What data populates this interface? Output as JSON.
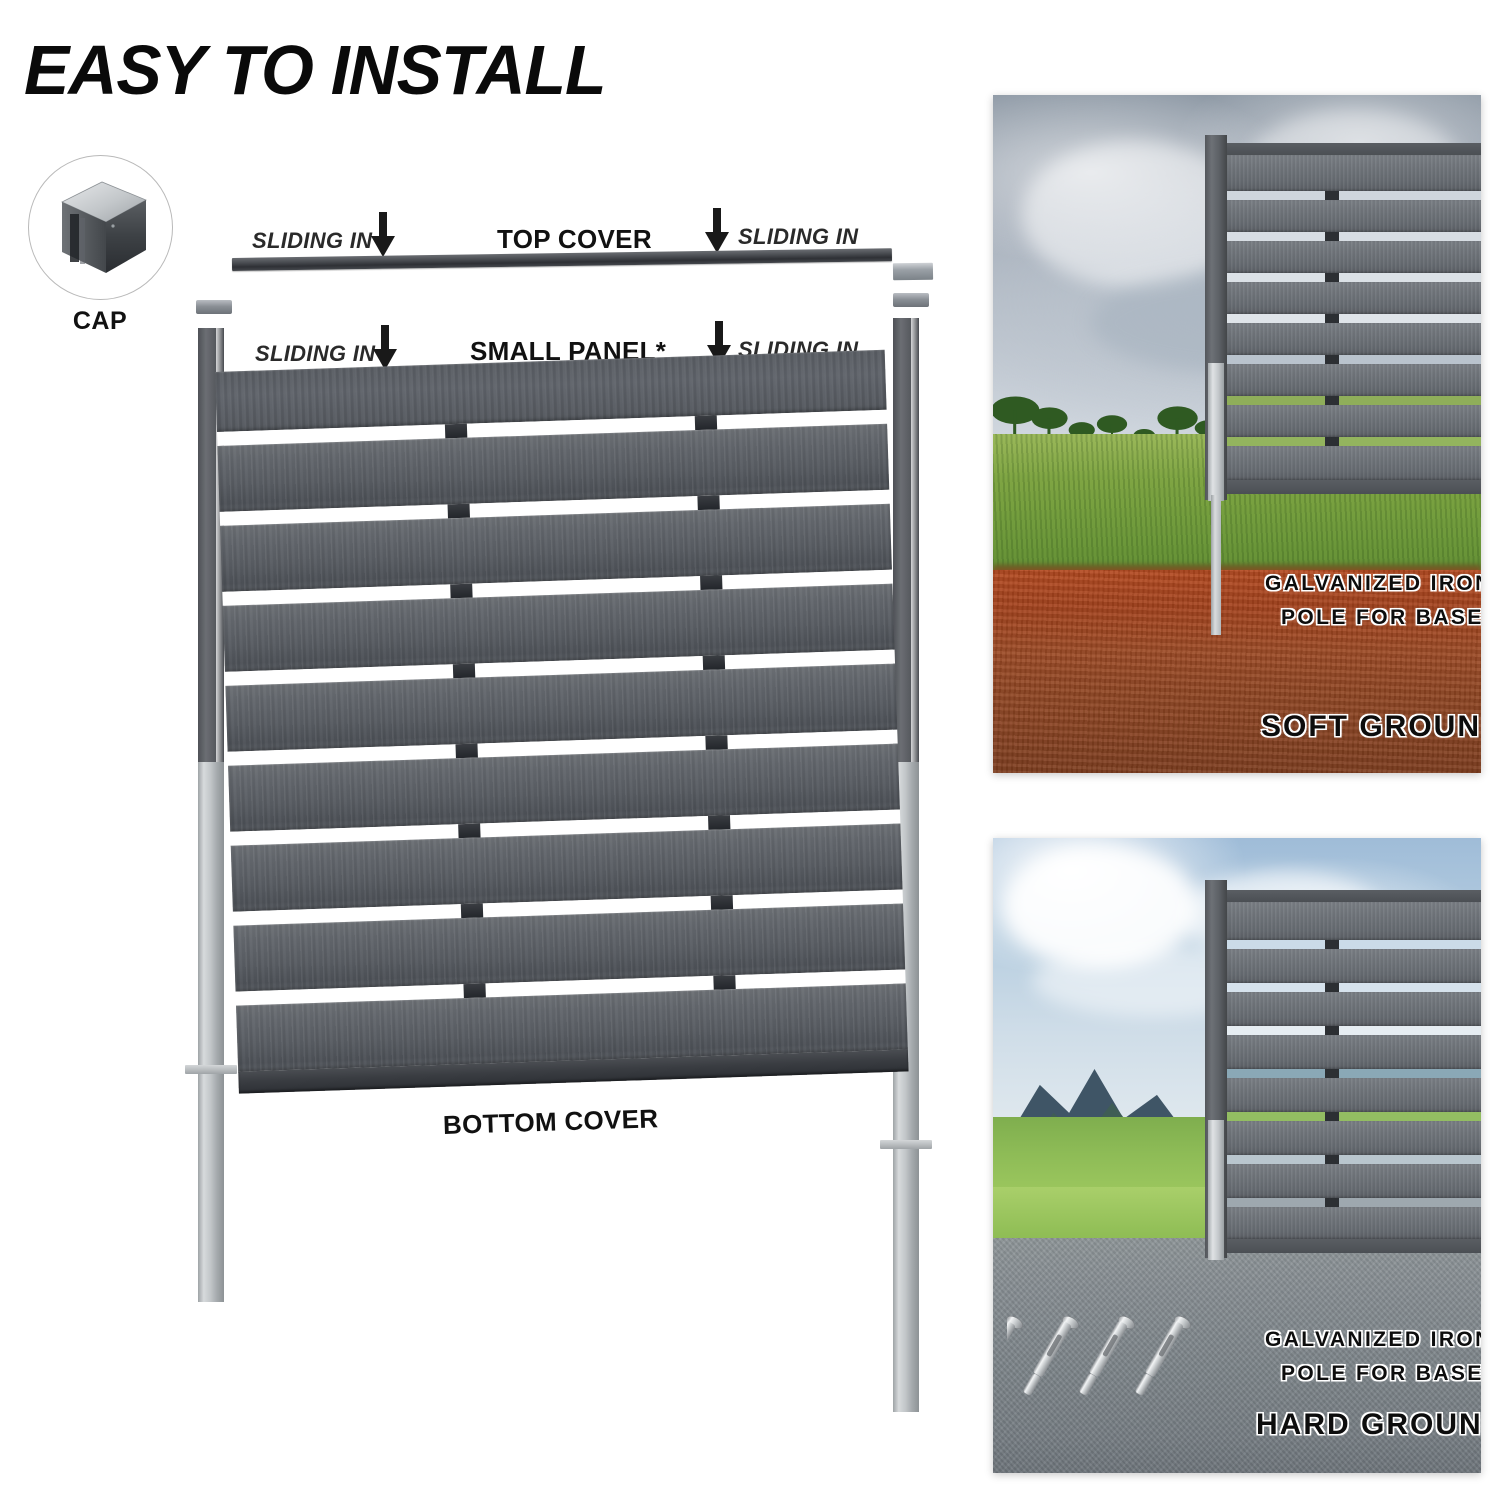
{
  "page": {
    "title": "EASY TO INSTALL",
    "background": "#ffffff"
  },
  "cap_badge": {
    "label": "CAP",
    "icon": "post-cap-cube-icon"
  },
  "diagram": {
    "row_top": {
      "left_note": "SLIDING IN",
      "center_label": "TOP COVER",
      "right_note": "SLIDING IN",
      "arrow_icon": "arrow-down-icon"
    },
    "row_panel": {
      "left_note": "SLIDING IN",
      "center_label": "SMALL PANEL*",
      "right_note": "SLIDING IN",
      "arrow_icon": "arrow-down-icon"
    },
    "bottom_label": "BOTTOM COVER",
    "slat_count": 9,
    "gap_count": 8,
    "colors": {
      "slat": "#5c6168",
      "post_dark": "#5a5d62",
      "post_galvanized": "#c2c6c9",
      "cover": "#3a3d42"
    }
  },
  "photos": [
    {
      "id": "soft-ground",
      "caption_line1": "GALVANIZED IRON",
      "caption_line2": "POLE FOR BASE",
      "ground_label": "SOFT GROUND",
      "scene": "cloudy sky, trees, tall grass, red soil cross-section",
      "ground_color": "#9c4a24"
    },
    {
      "id": "hard-ground",
      "caption_line1": "GALVANIZED IRON",
      "caption_line2": "POLE FOR BASE",
      "ground_label": "HARD GROUND",
      "scene": "blue sky, mountain, green field, asphalt with anchor bolts",
      "ground_color": "#7d858a",
      "bolt_count": 4,
      "bolt_icon": "anchor-bolt-icon"
    }
  ]
}
